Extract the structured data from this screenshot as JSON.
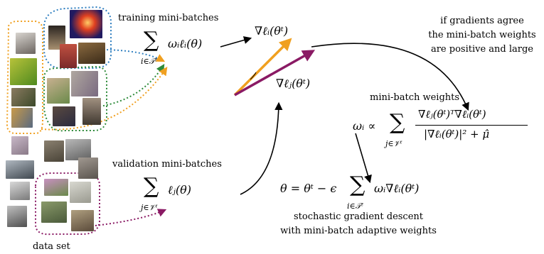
{
  "labels": {
    "training": "training mini-batches",
    "validation": "validation mini-batches",
    "dataset": "data set",
    "agree": [
      "if gradients agree",
      "the mini-batch weights",
      "are positive and large"
    ],
    "weights_title": "mini-batch weights",
    "sgd": [
      "stochastic gradient descent",
      "with mini-batch adaptive weights"
    ]
  },
  "math": {
    "sum_symbol": "∑",
    "train_sub": "i∈𝒯ᵗ",
    "train_body": "ωᵢℓᵢ(θ)",
    "val_sub": "j∈𝒱ᵗ",
    "val_body": "ℓⱼ(θ)",
    "grad_i": "∇ℓᵢ(θᵗ)",
    "grad_j": "∇ℓⱼ(θᵗ)",
    "w_lhs": "ωᵢ ∝",
    "w_sub": "j∈𝒱ᵗ",
    "w_num": "∇ℓⱼ(θᵗ)ᵀ∇ℓᵢ(θᵗ)",
    "w_den": "|∇ℓᵢ(θᵗ)|² + μ̂",
    "sgd_lhs": "θ = θᵗ − ϵ",
    "sgd_sub": "i∈𝒯ᵗ",
    "sgd_body": "ωᵢ∇ℓᵢ(θᵗ)"
  },
  "colors": {
    "orange": "#f0a020",
    "blue": "#2f7fc0",
    "green": "#2e8b3a",
    "purple": "#8a1a64",
    "black": "#000000"
  }
}
